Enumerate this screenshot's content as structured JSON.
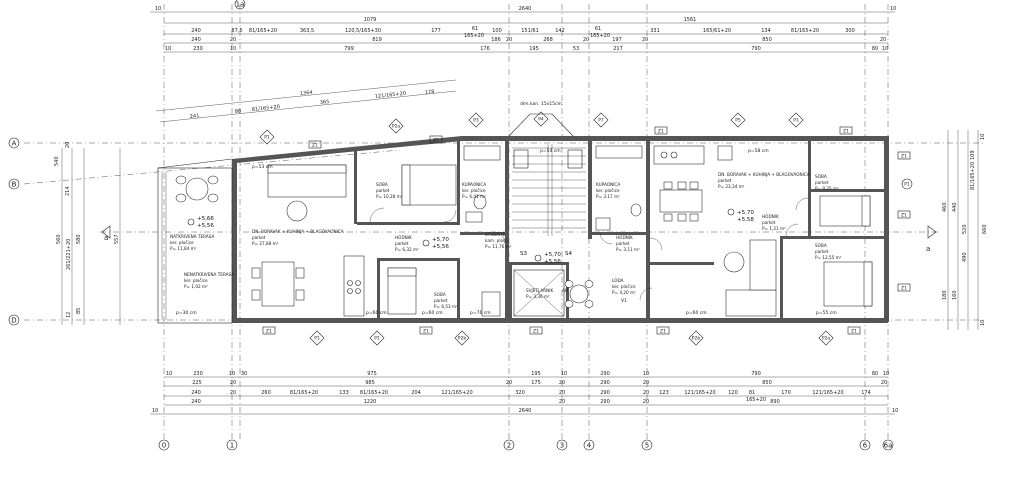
{
  "axes_vertical": [
    "0",
    "1",
    "1a",
    "2",
    "3",
    "4",
    "5",
    "6",
    "6a"
  ],
  "axes_horizontal": [
    "A",
    "B",
    "D"
  ],
  "top_dims": {
    "row0": [
      "10",
      "2640",
      "10"
    ],
    "row1": [
      "1079",
      "1561"
    ],
    "row2": [
      "240",
      "87,5",
      "81/165+20",
      "363,5",
      "120,5/165+30",
      "177",
      "61",
      "100",
      "151/61",
      "142",
      "61",
      "331",
      "165/61+20",
      "134",
      "81/165+20",
      "300"
    ],
    "row2b": [
      "165+20",
      "165+20"
    ],
    "row3": [
      "240",
      "20",
      "819",
      "186",
      "20",
      "268",
      "20",
      "197",
      "20",
      "850",
      "20"
    ],
    "row4": [
      "10",
      "230",
      "10",
      "799",
      "176",
      "195",
      "53",
      "217",
      "790",
      "80",
      "10"
    ]
  },
  "slope_dims": [
    "1364",
    "241",
    "88",
    "81/165+20",
    "365",
    "121/165+20",
    "178"
  ],
  "right_dims": [
    "10",
    "109",
    "81/165+20",
    "460",
    "440",
    "520",
    "660",
    "490",
    "180",
    "160",
    "10"
  ],
  "left_dims": [
    "214",
    "540",
    "560",
    "580",
    "20",
    "261/221+20",
    "557",
    "12",
    "85"
  ],
  "bottom_dims": {
    "row1": [
      "10",
      "230",
      "10",
      "30",
      "975",
      "195",
      "10",
      "290",
      "10",
      "790",
      "80",
      "10"
    ],
    "row2": [
      "225",
      "20",
      "985",
      "20",
      "175",
      "20",
      "290",
      "20",
      "850",
      "20"
    ],
    "row3": [
      "240",
      "20",
      "260",
      "81/165+20",
      "133",
      "81/165+20",
      "204",
      "121/165+20",
      "320",
      "20",
      "290",
      "20",
      "123",
      "121/165+20",
      "120",
      "81",
      "170",
      "121/165+20",
      "174"
    ],
    "row3b": [
      "165+20",
      "890"
    ],
    "row4": [
      "240",
      "1220",
      "20",
      "290",
      "20"
    ],
    "row5": [
      "10",
      "2640",
      "10"
    ]
  },
  "section_marks": [
    "a",
    "a"
  ],
  "stair_marks": [
    "S3",
    "S4"
  ],
  "detail_tags": [
    "P1",
    "P2a",
    "P3",
    "P4",
    "P5",
    "P6",
    "P7",
    "Z1",
    "P2b",
    "P1"
  ],
  "chimney_label": "dim.kan. 15x15cm",
  "rooms": [
    {
      "name": "NATKRIVENA TERASA",
      "floor": "ker. pločice",
      "area": "P= 11,84 m²"
    },
    {
      "name": "NENATKRIVENA TERASA",
      "floor": "ker. pločice",
      "area": "P= 1,02 m²"
    },
    {
      "name": "DN. BORAVAK + KUHINJA + BLAGOVAONICA",
      "floor": "parket",
      "area": "P= 27,88 m²"
    },
    {
      "name": "SOBA",
      "floor": "parket",
      "area": "P= 10,28 m²"
    },
    {
      "name": "KUPAONICA",
      "floor": "ker. pločice",
      "area": "P= 6,41 m²"
    },
    {
      "name": "HODNIK",
      "floor": "parket",
      "area": "P= 6,32 m²"
    },
    {
      "name": "SOBA",
      "floor": "parket",
      "area": "P= 6,53 m²"
    },
    {
      "name": "STUBIŠTE",
      "floor": "kam. ploče",
      "area": "P= 11,76 m²"
    },
    {
      "name": "SVJETLARNIK",
      "floor": "",
      "area": "P= 3,36 m²"
    },
    {
      "name": "KUPAONICA",
      "floor": "ker. pločice",
      "area": "P= 3,17 m²"
    },
    {
      "name": "HODNIK",
      "floor": "parket",
      "area": "P= 3,11 m²"
    },
    {
      "name": "LOĐA",
      "floor": "ker. pločice",
      "area": "P= 4,20 m²"
    },
    {
      "name": "DN. BORAVAK + KUHINJA + BLAGOVAONICA",
      "floor": "parket",
      "area": "P= 23,34 m²"
    },
    {
      "name": "HODNIK",
      "floor": "parket",
      "area": "P= 1,21 m²"
    },
    {
      "name": "SOBA",
      "floor": "parket",
      "area": "P= 9,35 m²"
    },
    {
      "name": "SOBA",
      "floor": "parket",
      "area": "P= 12,55 m²"
    }
  ],
  "levels": [
    "+5,66",
    "+5,70",
    "+5,70",
    "+5,70",
    "+5,56",
    "+5,56",
    "+5,56",
    "+5,58"
  ],
  "openings": [
    "90",
    "80",
    "80",
    "70",
    "90",
    "90",
    "80",
    "80",
    "80",
    "90",
    "70",
    "70",
    "100/200",
    "60/200",
    "80/200",
    "70/200",
    "100/200",
    "80/200",
    "90/200",
    "90/200",
    "80",
    "80",
    "90"
  ],
  "window_tags": [
    "Z1",
    "Z1",
    "Z1",
    "Z1",
    "Z1",
    "Z1",
    "Z1",
    "Z1",
    "Z1",
    "Z1",
    "Z1",
    "Z1"
  ],
  "small_labels": [
    "V1",
    "AB",
    "p=30 cm",
    "p=53 cm",
    "p=60 cm",
    "p=60 cm",
    "p=76 cm",
    "p=54 cm",
    "p=60 cm",
    "p=58 cm",
    "p=55 cm"
  ]
}
